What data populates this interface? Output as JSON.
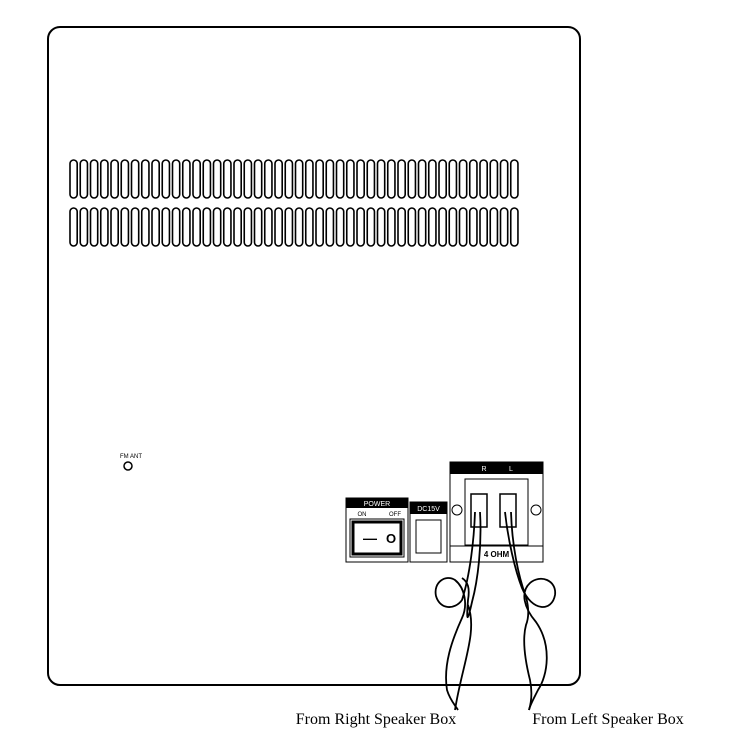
{
  "panel": {
    "fm_antenna_label": "FM ANT",
    "power": {
      "title": "POWER",
      "on_label": "ON",
      "off_label": "OFF",
      "switch_on_symbol": "—",
      "switch_off_symbol": "O"
    },
    "dc_input_label": "DC15V",
    "speaker_terminal": {
      "right_label": "R",
      "left_label": "L",
      "impedance_label": "4 OHM"
    }
  },
  "captions": {
    "right_speaker": "From Right Speaker Box",
    "left_speaker": "From Left Speaker Box"
  },
  "vents": {
    "rows": 2,
    "slots_per_group": [
      8,
      8,
      8,
      8,
      8,
      4
    ]
  }
}
